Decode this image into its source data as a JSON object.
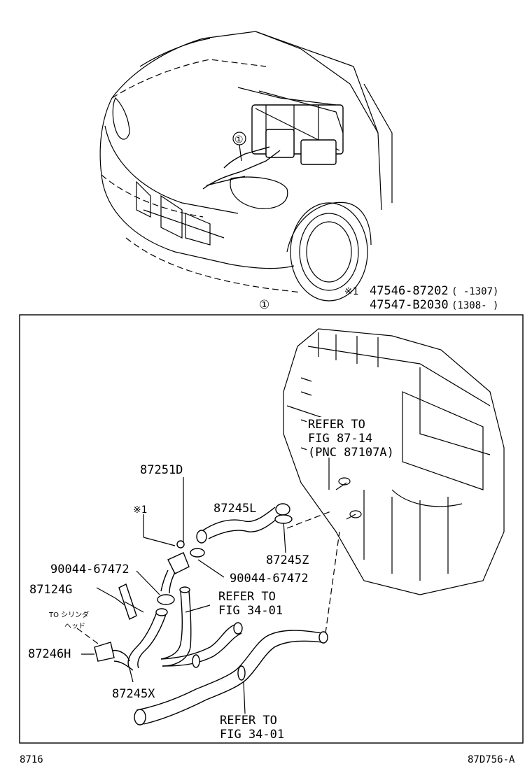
{
  "notes": {
    "mark": "※1",
    "line1_part": "47546-87202",
    "line1_range": "(    -1307)",
    "line2_part": "47547-B2030",
    "line2_range": "(1308-     )"
  },
  "callouts": {
    "circled_1": "①"
  },
  "labels": {
    "p87251D": "87251D",
    "mark1": "※1",
    "p87245L": "87245L",
    "p87245Z": "87245Z",
    "p90044_left": "90044-67472",
    "p90044_right": "90044-67472",
    "p87124G": "87124G",
    "p87246H": "87246H",
    "p87245X": "87245X",
    "to_cyl_1": "TO シリンダ",
    "to_cyl_2": "ヘッド",
    "refer_87_1": "REFER TO",
    "refer_87_2": "FIG 87-14",
    "refer_87_3": "(PNC 87107A)",
    "refer_34a_1": "REFER TO",
    "refer_34a_2": "FIG 34-01",
    "refer_34b_1": "REFER TO",
    "refer_34b_2": "FIG 34-01"
  },
  "footer": {
    "left": "8716",
    "right": "87D756-A"
  }
}
